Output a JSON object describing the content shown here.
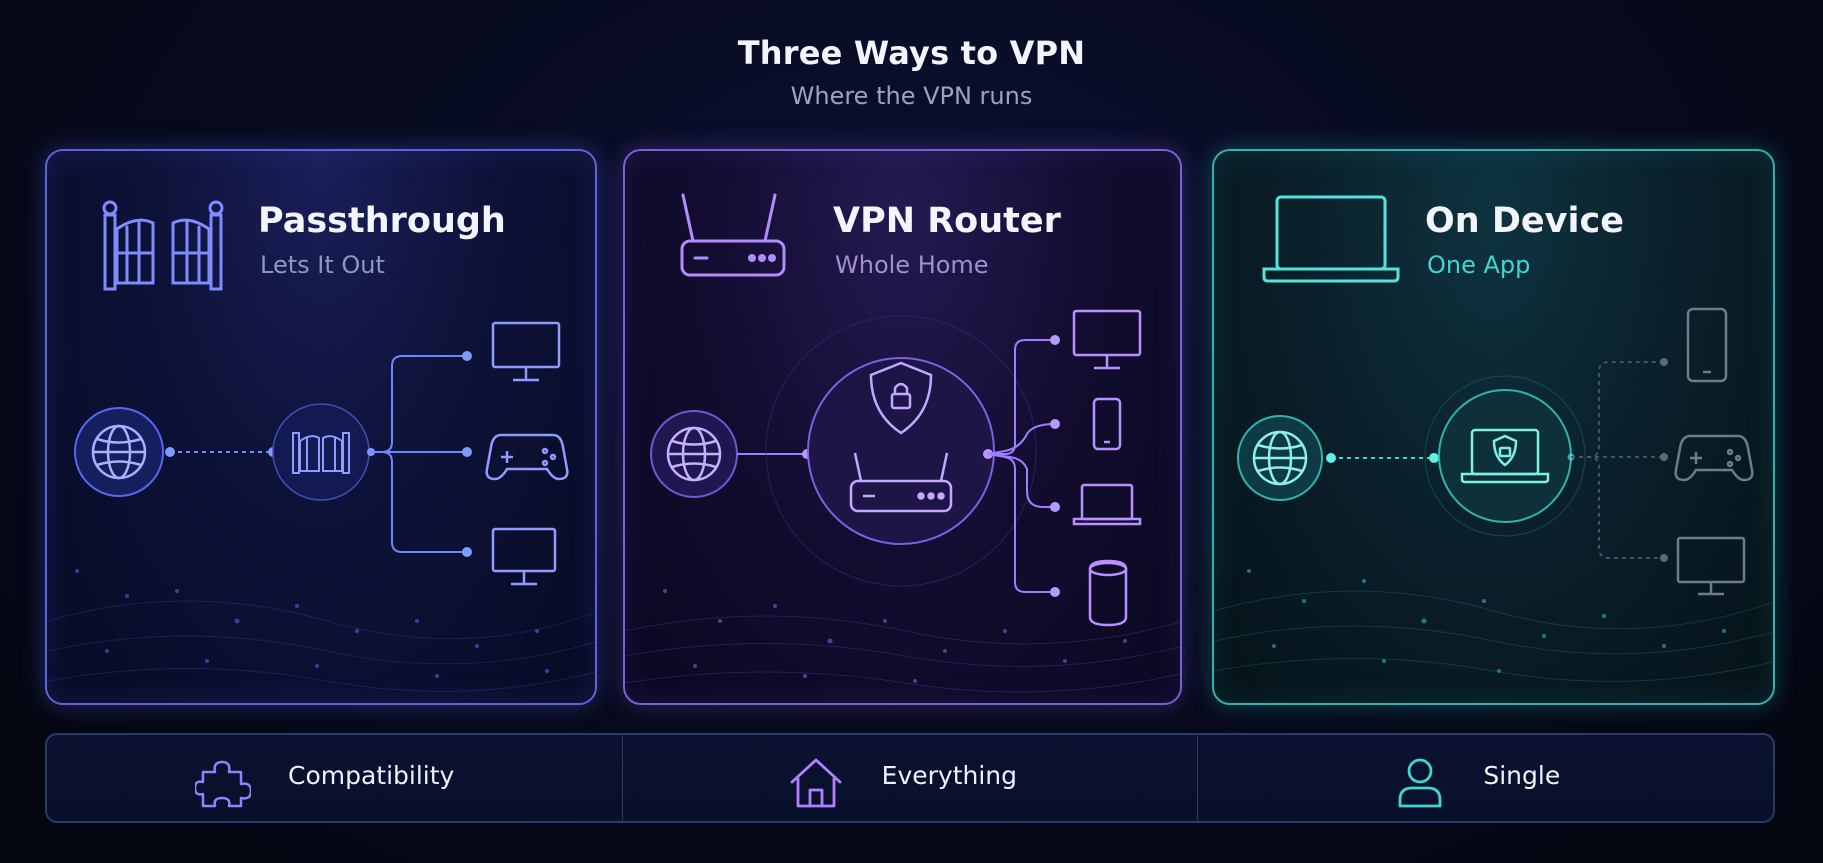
{
  "header": {
    "title": "Three Ways to VPN",
    "subtitle": "Where the VPN runs"
  },
  "panels": [
    {
      "title": "Passthrough",
      "subtitle": "Lets It Out",
      "accent": "#6f7cff",
      "hero_icon": "gate-icon",
      "devices": [
        "monitor-icon",
        "gamepad-icon",
        "monitor-icon"
      ]
    },
    {
      "title": "VPN Router",
      "subtitle": "Whole Home",
      "accent": "#a07cff",
      "hero_icon": "router-icon",
      "devices": [
        "monitor-icon",
        "phone-icon",
        "laptop-icon",
        "smart-speaker-icon"
      ]
    },
    {
      "title": "On Device",
      "subtitle": "One App",
      "accent": "#3fd6d0",
      "hero_icon": "laptop-icon",
      "devices": [
        "phone-icon",
        "gamepad-icon",
        "monitor-icon"
      ]
    }
  ],
  "footer": [
    {
      "label": "Compatibility",
      "icon": "puzzle-icon",
      "color": "#8a84ff"
    },
    {
      "label": "Everything",
      "icon": "home-icon",
      "color": "#b080ff"
    },
    {
      "label": "Single",
      "icon": "user-icon",
      "color": "#3fd6d0"
    }
  ]
}
